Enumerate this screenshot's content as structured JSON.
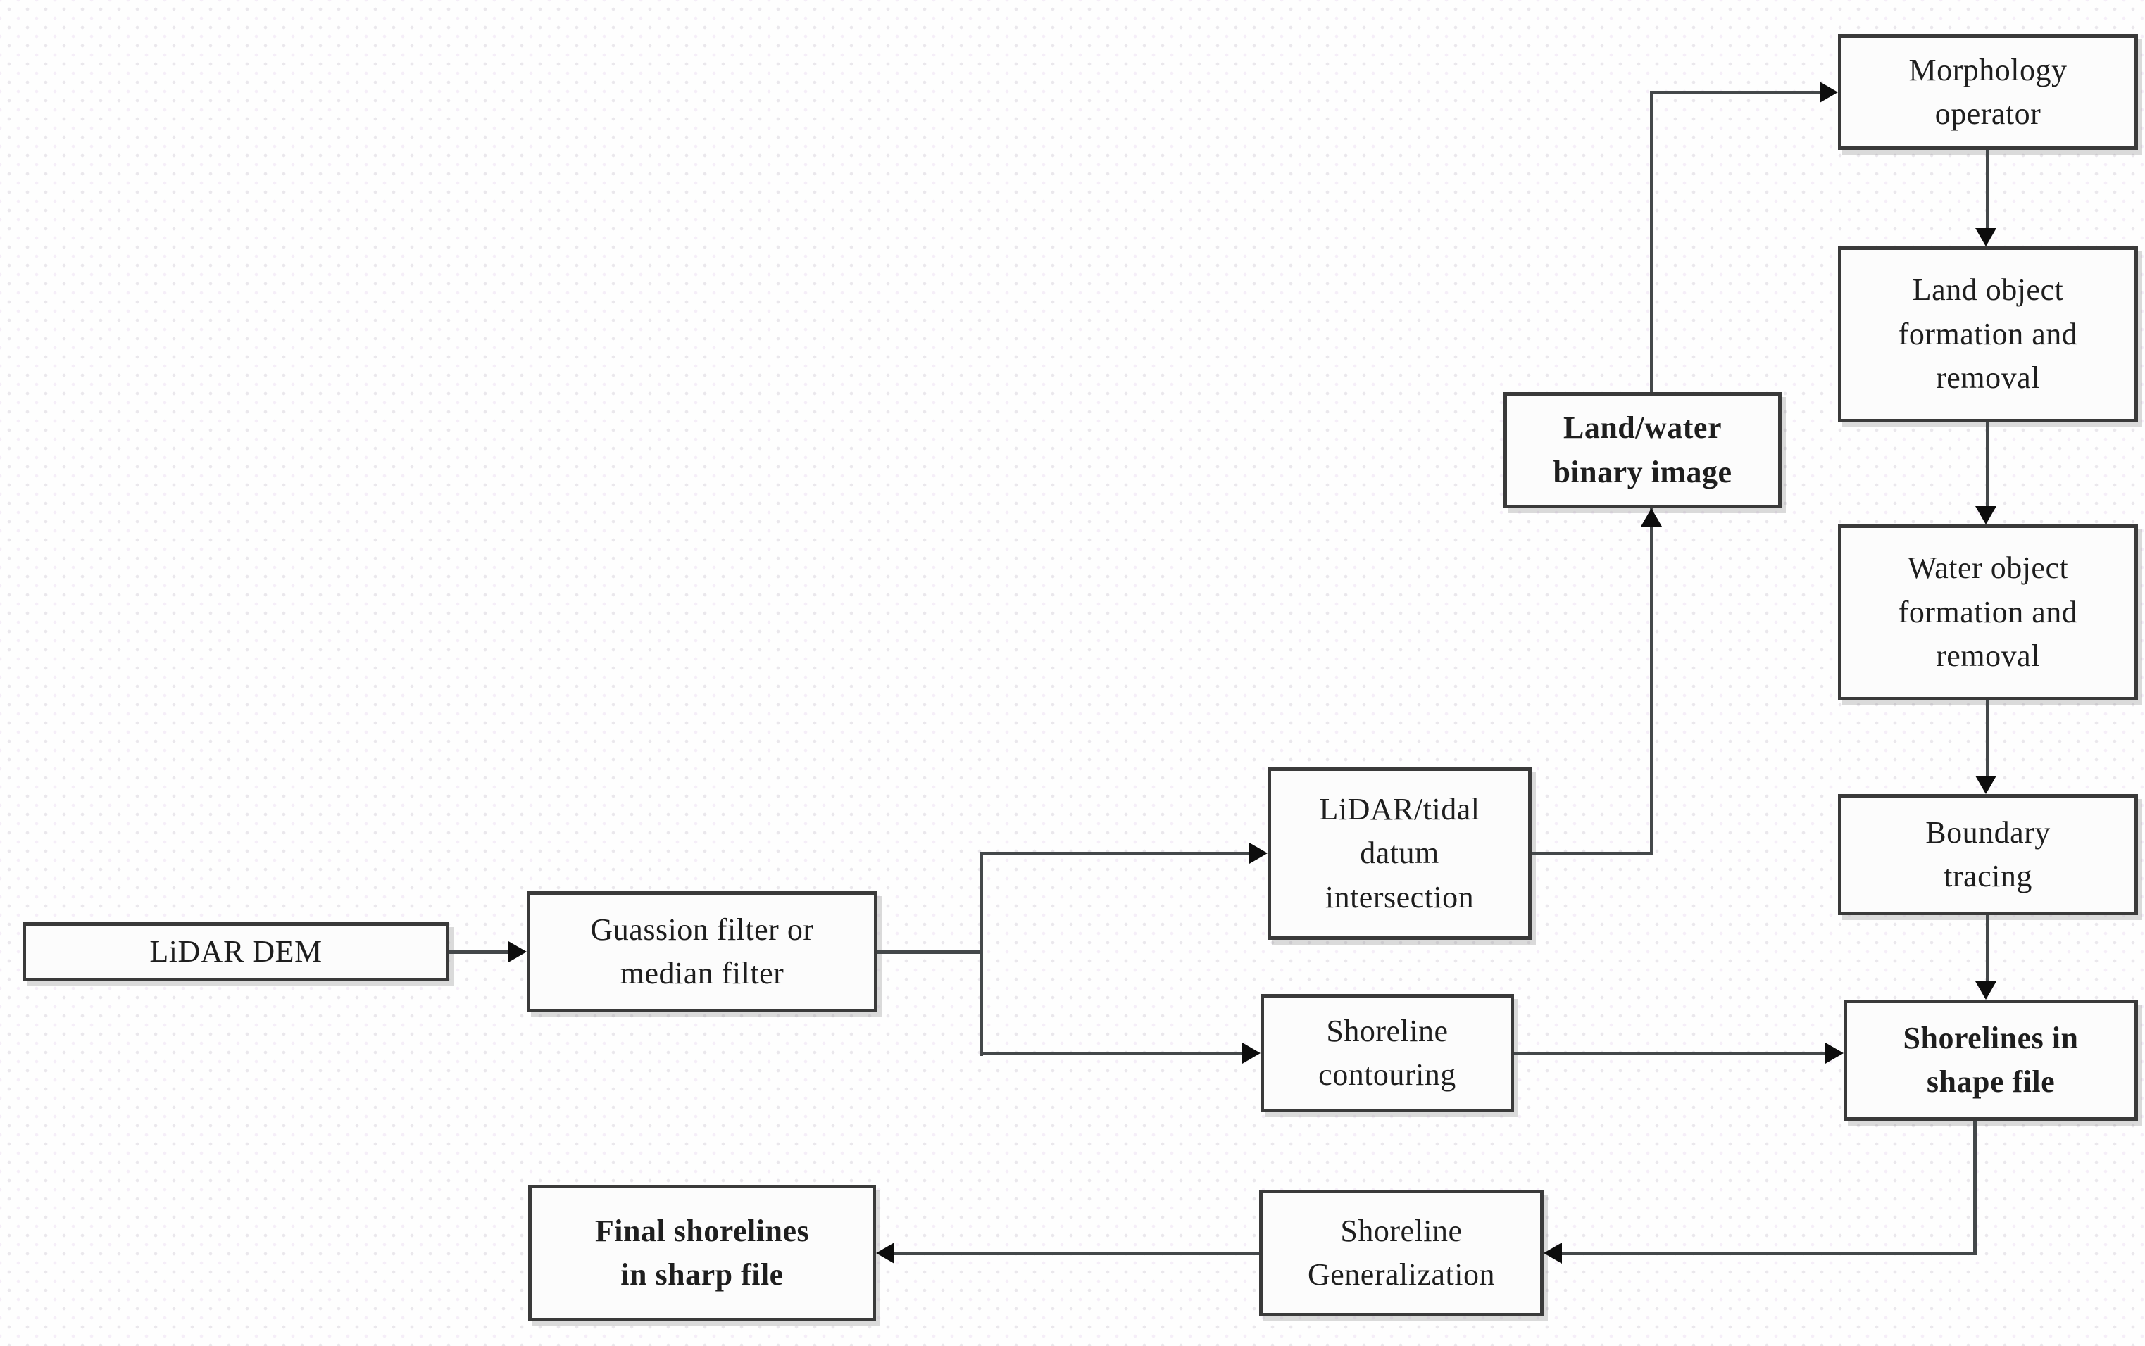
{
  "diagram": {
    "type": "flowchart",
    "description": "Workflow for extracting shorelines from a LiDAR DEM",
    "colors": {
      "background": "#fefefe",
      "box_fill": "#fcfcfc",
      "box_border": "#3a3a3a",
      "line": "#44484a",
      "arrowhead": "#0d0d0d",
      "text": "#1e1e1e"
    },
    "nodes": {
      "lidar_dem": {
        "label": "LiDAR DEM",
        "emphasis": "normal"
      },
      "gaussian": {
        "label": "Guassion filter or\nmedian filter",
        "emphasis": "normal"
      },
      "lidar_tidal": {
        "label": "LiDAR/tidal\ndatum\nintersection",
        "emphasis": "normal"
      },
      "contouring": {
        "label": "Shoreline\ncontouring",
        "emphasis": "normal"
      },
      "binary_image": {
        "label": "Land/water\nbinary image",
        "emphasis": "bold"
      },
      "morphology": {
        "label": "Morphology\noperator",
        "emphasis": "normal"
      },
      "land_object": {
        "label": "Land object\nformation and\nremoval",
        "emphasis": "normal"
      },
      "water_object": {
        "label": "Water object\nformation and\nremoval",
        "emphasis": "normal"
      },
      "boundary": {
        "label": "Boundary\ntracing",
        "emphasis": "normal"
      },
      "shapefile": {
        "label": "Shorelines in\nshape file",
        "emphasis": "bold"
      },
      "generalization": {
        "label": "Shoreline\nGeneralization",
        "emphasis": "normal"
      },
      "final": {
        "label": "Final shorelines\nin sharp file",
        "emphasis": "bold"
      }
    },
    "edges": [
      {
        "from": "lidar_dem",
        "to": "gaussian"
      },
      {
        "from": "gaussian",
        "to": "lidar_tidal"
      },
      {
        "from": "gaussian",
        "to": "contouring"
      },
      {
        "from": "lidar_tidal",
        "to": "binary_image"
      },
      {
        "from": "binary_image",
        "to": "morphology"
      },
      {
        "from": "morphology",
        "to": "land_object"
      },
      {
        "from": "land_object",
        "to": "water_object"
      },
      {
        "from": "water_object",
        "to": "boundary"
      },
      {
        "from": "boundary",
        "to": "shapefile"
      },
      {
        "from": "contouring",
        "to": "shapefile"
      },
      {
        "from": "shapefile",
        "to": "generalization"
      },
      {
        "from": "generalization",
        "to": "final"
      }
    ]
  }
}
